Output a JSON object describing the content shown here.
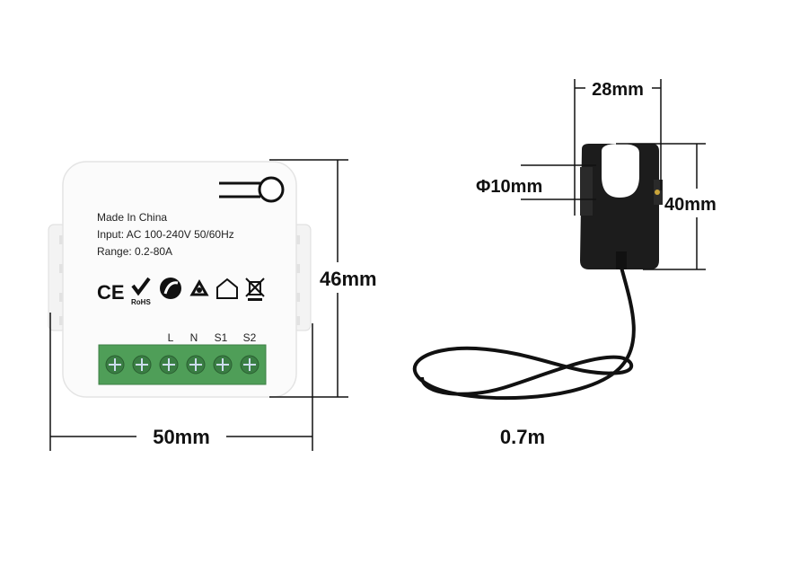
{
  "device": {
    "made_in": "Made In China",
    "input": "Input: AC 100-240V 50/60Hz",
    "range": "Range: 0.2-80A",
    "terminal_labels": [
      "L",
      "N",
      "S1",
      "S2"
    ],
    "cert_marks": [
      "CE",
      "RoHS"
    ]
  },
  "dimensions": {
    "height": "46mm",
    "width": "50mm",
    "clamp_width": "28mm",
    "clamp_hole": "Φ10mm",
    "clamp_height": "40mm",
    "cable_length": "0.7m"
  },
  "colors": {
    "terminal_block": "#4f9e58",
    "clamp_body": "#1c1c1c",
    "dimension_line": "#111111"
  }
}
